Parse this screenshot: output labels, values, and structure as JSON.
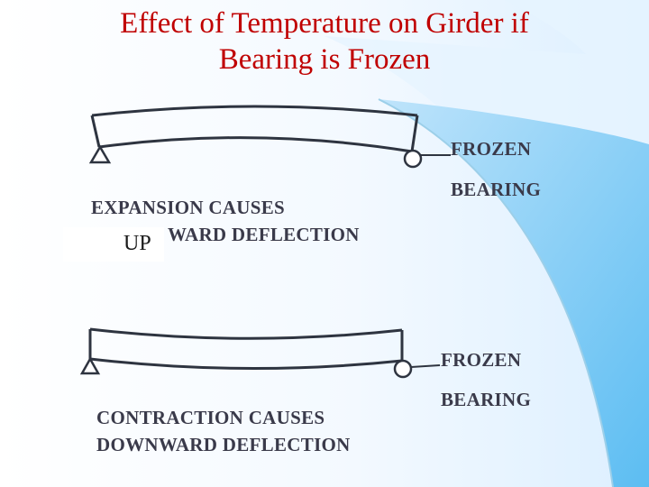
{
  "slide": {
    "title_line1": "Effect of Temperature on Girder if",
    "title_line2": "Bearing is Frozen"
  },
  "diagram_top": {
    "bearing_label_line1": "FROZEN",
    "bearing_label_line2": "BEARING",
    "caption_line1": "EXPANSION CAUSES",
    "caption_line2_prefix": "UP",
    "caption_line2_rest": "WARD DEFLECTION"
  },
  "diagram_bottom": {
    "bearing_label_line1": "FROZEN",
    "bearing_label_line2": "BEARING",
    "caption_line1": "CONTRACTION CAUSES",
    "caption_line2": "DOWNWARD DEFLECTION"
  },
  "colors": {
    "title": "#c00000",
    "background_accent": "#6cc4f4",
    "ink": "#2e3440"
  }
}
